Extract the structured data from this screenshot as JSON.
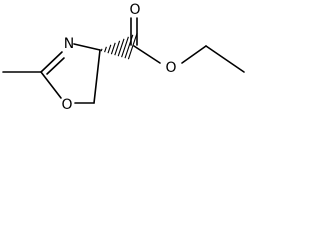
{
  "molecule": {
    "atoms": {
      "ring_nitrogen": "N",
      "ring_oxygen": "O",
      "carbonyl_oxygen": "O",
      "ester_oxygen": "O"
    }
  },
  "colors": {
    "ink": "#000000",
    "background": "#ffffff"
  }
}
